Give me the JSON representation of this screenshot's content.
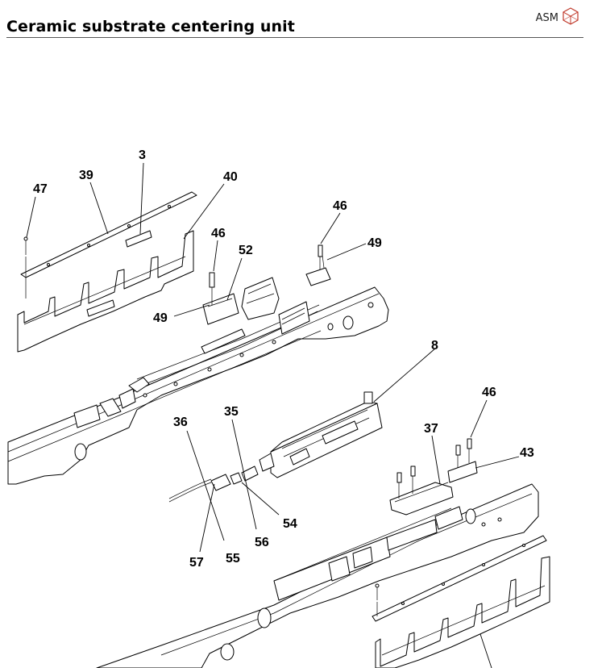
{
  "header": {
    "title": "Ceramic substrate centering unit",
    "brand": "ASM",
    "brand_icon": "asm-cube-logo-icon",
    "accent_color": "#c0392b"
  },
  "diagram": {
    "callouts": [
      "3",
      "39",
      "40",
      "47",
      "46",
      "49",
      "52",
      "46",
      "49",
      "8",
      "46",
      "37",
      "43",
      "36",
      "35",
      "54",
      "56",
      "55",
      "57"
    ]
  }
}
